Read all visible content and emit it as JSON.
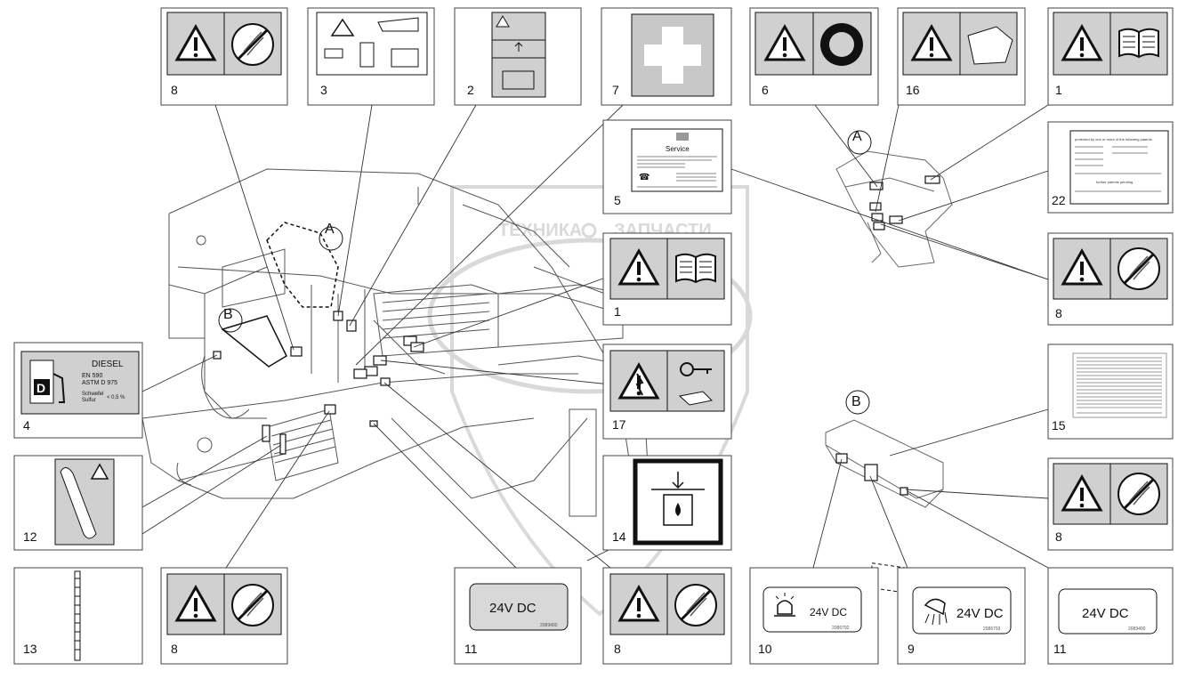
{
  "callouts": [
    {
      "number": "8"
    },
    {
      "number": "3"
    },
    {
      "number": "2"
    },
    {
      "number": "7"
    },
    {
      "number": "6"
    },
    {
      "number": "16"
    },
    {
      "number": "1"
    },
    {
      "number": "5"
    },
    {
      "number": "22"
    },
    {
      "number": "1"
    },
    {
      "number": "8"
    },
    {
      "number": "4"
    },
    {
      "number": "17"
    },
    {
      "number": "15"
    },
    {
      "number": "12"
    },
    {
      "number": "14"
    },
    {
      "number": "8"
    },
    {
      "number": "13"
    },
    {
      "number": "8"
    },
    {
      "number": "11"
    },
    {
      "number": "8"
    },
    {
      "number": "10"
    },
    {
      "number": "9"
    },
    {
      "number": "11"
    }
  ],
  "view_markers": {
    "a_label": "A",
    "b_label": "B"
  },
  "diesel_label": {
    "title": "DIESEL",
    "norm1": "EN 590",
    "norm2": "ASTM D 975",
    "sulfur_de": "Schwefel",
    "sulfur_en": "Sulfur",
    "sulfur_value": "< 0,5 %",
    "pump_letter": "D"
  },
  "service_label": {
    "title": "Service"
  },
  "patents_label": {
    "header": "protected by one or more of the following patents",
    "footer": "further patents pending"
  },
  "voltage_labels": [
    {
      "text": "24V DC",
      "code": "2089400"
    },
    {
      "text": "24V DC",
      "code": "2086792"
    },
    {
      "text": "24V DC",
      "code": "2086793"
    },
    {
      "text": "24V DC",
      "code": "2089400"
    }
  ],
  "watermark": {
    "line1": "ТЕХНИКА",
    "line2": "ЗАПЧАСТИ"
  },
  "colors": {
    "line": "#333333",
    "sign_bg": "#d0d0d0",
    "frame": "#444444",
    "watermark": "#c8c8c8"
  }
}
